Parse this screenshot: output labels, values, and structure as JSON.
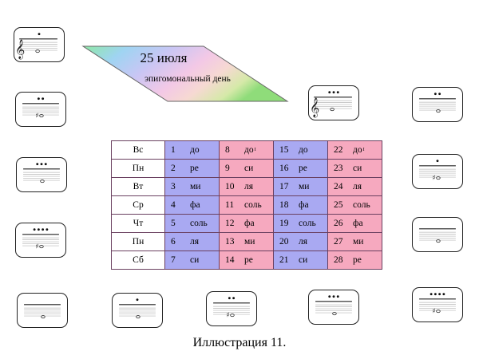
{
  "banner": {
    "title": "25 июля",
    "subtitle": "эпигомональный день"
  },
  "caption": "Иллюстрация 11.",
  "colors": {
    "table_border": "#6a4060",
    "column_blue": "#a9a9f2",
    "column_pink": "#f6a9bf"
  },
  "calendar": {
    "days": [
      "Вс",
      "Пн",
      "Вт",
      "Ср",
      "Чт",
      "Пн",
      "Сб"
    ],
    "columns": [
      {
        "cells": [
          {
            "n": "1",
            "note": "до"
          },
          {
            "n": "2",
            "note": "ре"
          },
          {
            "n": "3",
            "note": "ми"
          },
          {
            "n": "4",
            "note": "фа"
          },
          {
            "n": "5",
            "note": "соль"
          },
          {
            "n": "6",
            "note": "ля"
          },
          {
            "n": "7",
            "note": "си"
          }
        ]
      },
      {
        "cells": [
          {
            "n": "8",
            "note": "до",
            "sup": "I"
          },
          {
            "n": "9",
            "note": "си"
          },
          {
            "n": "10",
            "note": "ля"
          },
          {
            "n": "11",
            "note": "соль"
          },
          {
            "n": "12",
            "note": "фа"
          },
          {
            "n": "13",
            "note": "ми"
          },
          {
            "n": "14",
            "note": "ре"
          }
        ]
      },
      {
        "cells": [
          {
            "n": "15",
            "note": "до"
          },
          {
            "n": "16",
            "note": "ре"
          },
          {
            "n": "17",
            "note": "ми"
          },
          {
            "n": "18",
            "note": "фа"
          },
          {
            "n": "19",
            "note": "соль"
          },
          {
            "n": "20",
            "note": "ля"
          },
          {
            "n": "21",
            "note": "си"
          }
        ]
      },
      {
        "cells": [
          {
            "n": "22",
            "note": "до",
            "sup": "I"
          },
          {
            "n": "23",
            "note": "си"
          },
          {
            "n": "24",
            "note": "ля"
          },
          {
            "n": "25",
            "note": "соль"
          },
          {
            "n": "26",
            "note": "фа"
          },
          {
            "n": "27",
            "note": "ми"
          },
          {
            "n": "28",
            "note": "ре"
          }
        ]
      }
    ]
  },
  "cards": [
    {
      "name": "card-treble-1dot",
      "dots": 1,
      "clef": "treble-clef-icon",
      "sharp": false
    },
    {
      "name": "card-sharp-2dot",
      "dots": 2,
      "clef": "",
      "sharp": true
    },
    {
      "name": "card-3dot",
      "dots": 3,
      "clef": "",
      "sharp": false
    },
    {
      "name": "card-sharp-4dot",
      "dots": 4,
      "clef": "",
      "sharp": true
    },
    {
      "name": "card-ledger-bottom-left",
      "dots": 0,
      "clef": "",
      "sharp": false
    },
    {
      "name": "card-1dot-bottom",
      "dots": 1,
      "clef": "",
      "sharp": false
    },
    {
      "name": "card-sharp-2dot-bottom",
      "dots": 2,
      "clef": "",
      "sharp": true
    },
    {
      "name": "card-3dot-bottom",
      "dots": 3,
      "clef": "",
      "sharp": false
    },
    {
      "name": "card-sharp-4dot-bottom-right",
      "dots": 4,
      "clef": "",
      "sharp": true
    },
    {
      "name": "card-treble-3dot",
      "dots": 3,
      "clef": "treble-clef-icon",
      "sharp": false
    },
    {
      "name": "card-2dot-right",
      "dots": 2,
      "clef": "",
      "sharp": false
    },
    {
      "name": "card-sharp-1dot-right",
      "dots": 1,
      "clef": "",
      "sharp": true
    },
    {
      "name": "card-ledger-right",
      "dots": 0,
      "clef": "",
      "sharp": false
    }
  ]
}
